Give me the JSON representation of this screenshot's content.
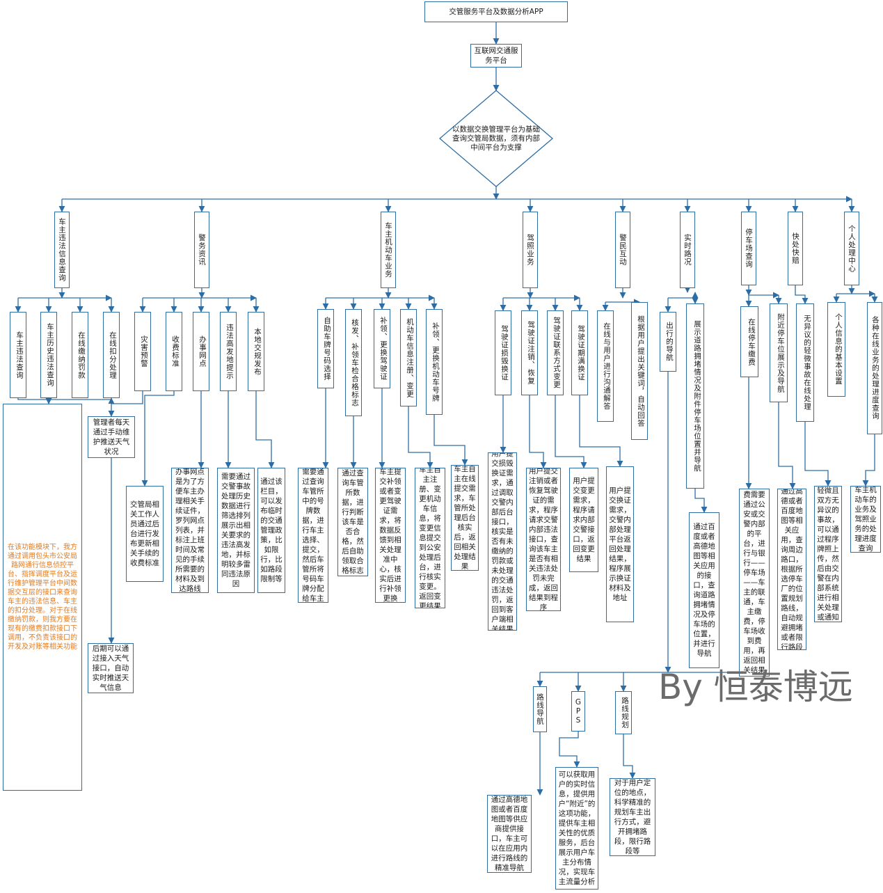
{
  "colors": {
    "line": "#2e6da4",
    "note_text": "#e37a1c",
    "watermark": "#6b6b6b"
  },
  "root": {
    "app": "交管服务平台及数据分析APP",
    "platform": "互联网交通服务平台"
  },
  "decision": "以数据交换管理平台为基础查询交管局数据，须有内部中间平台为支撑",
  "modules": {
    "violation": {
      "title": "车主违法信息查询",
      "subs": [
        "车主违法查询",
        "车主历史违法查询",
        "在线缴纳罚款",
        "在线扣分处理"
      ],
      "note": "在该功能模块下，我方通过调用包头市公安局路网通行信息侦控平台、指挥调度平台及运行维护管理平台中间数据交互层的接口来查询车主的违法信息、车主的扣分处理。对于在线缴纳罚款，则我方要在现有的缴费扣款接口下调用，不负责该接口的开发及对账等相关功能"
    },
    "news": {
      "title": "警务资讯",
      "subs": [
        "灾害预警",
        "收费标准",
        "办事网点",
        "违法高发地提示",
        "本地交规发布"
      ],
      "weather_admin": "管理者每天通过手动维护推送天气状况",
      "weather_later": "后期可以通过接入天气接口，自动实时推送天气信息",
      "fee": "交管局相关工作人员通过后台进行发布更新相关手续的收费标准",
      "office": "办事网点是为了方便车主办理相关手续证件，罗列网点列表，并标注上班时间及常见的手续所需要的材料及到达路线",
      "hotspot": "需要通过交警事故处理历史数据进行筛选排列展示出相关要求的违法高发地，并标明较多雷同违法原因",
      "rules": "通过该栏目，可以发布临时的交通管理政策，比如限行，比如路段限制等"
    },
    "vehicle": {
      "title": "车主机动车业务",
      "subs": [
        "自助车牌号码选择",
        "核发、补领车检合格标志",
        "补领、更换驾驶证",
        "机动车信息注册、变更",
        "补领、更换机动车号牌"
      ],
      "plate": "需要通过查询车管所中的号牌数据，进行车主选择、提交，然后车管所将号码车牌分配给车主",
      "inspect": "通过查询车管所数据，进行判断该车是否合格，然后自助领取合格标志",
      "license": "车主提交补领或者变更驾驶证需求，将数据反馈到相关处理准中心，核实后进行补领更换",
      "register": "车主自主注册、变更机动车信息，将变更信息提交到公安处理后台，进行核实变更。返回变更结果",
      "plate_replace": "车主自主在线提交需求，车管所处理后台核实后，返回相关处理结果"
    },
    "driver": {
      "title": "驾照业务",
      "subs": [
        "驾驶证损毁换证",
        "驾驶证注销、恢复",
        "驾驶证联系方式变更",
        "驾驶证期满换证"
      ],
      "damage": "用户提交损毁换证需求，通过调取交警内部后台接口，核实是否有未缴纳的罚款或未处理的交通违法处罚，返回到客户端相关结果",
      "cancel": "用户提交注销或者恢复驾驶证的需求，程序请求交警内部违法接口，查询该车主是否有相关违法处罚未完成，返回结果到程序",
      "contact": "用户提交变更需求，程序请求内部交警接口，返回变更结果",
      "expire": "用户提交换证需求，交警内部处理平台返回处理结果，程序展示换证材料及地址"
    },
    "interact": {
      "title": "警民互动",
      "subs": [
        "在线与用户进行沟通解答",
        "根据用户提出关键词，自动回答"
      ]
    },
    "traffic": {
      "title": "实时路况",
      "subs": [
        "出行的导航",
        "展示道路拥堵情况及附件停车场位置并导航"
      ],
      "congestion": "通过百度或者高德地图等相关应用的接口，查询道路拥堵情况及停车场的位置，并进行导航",
      "nav_subs": [
        "路线导航",
        "GPS定位",
        "路线规划"
      ],
      "route_nav": "通过高德地图或者百度地图等供应商提供接口，车主可以在应用内进行路线的精准导航",
      "gps": "可以获取用户的实时信息，提供用户“附近”的这项功能，提供车主相关性的优质服务，后台展示用户车主分布情况，实现车主流量分析",
      "plan": "对于用户定位的地点，科学精准的规划车主出行方式，避开拥堵路段，限行路段等"
    },
    "parking": {
      "title": "停车场查询",
      "subs": [
        "在线停车缴费",
        "附近停车位展示及导航"
      ],
      "pay": "停车缴费需要通过公安或交警内部的平台，进行与银行——停车场——车主的联通，车主缴费，停车场收到费用，再返回相关结果给用户",
      "nearby": "通过高德或者百度地图等相关应用，查询周边路口，根据所选停车厂的位置规划路线，自动规避拥堵或者限行路段"
    },
    "accident": {
      "title": "快处快赔",
      "subs": [
        "无异议的轻微事故在线处理"
      ],
      "detail": "轻微且双方无异议的事故，可以通过程序牌照上传，然后由交警在内部系统进行相关处理或通知"
    },
    "personal": {
      "title": "个人处理中心",
      "subs": [
        "个人信息的基本设置",
        "各种在线业务的处理进度查询"
      ],
      "progress": "车主机动车的业务及驾照业务的处理进度查询"
    }
  },
  "watermark": "By 恒泰博远"
}
